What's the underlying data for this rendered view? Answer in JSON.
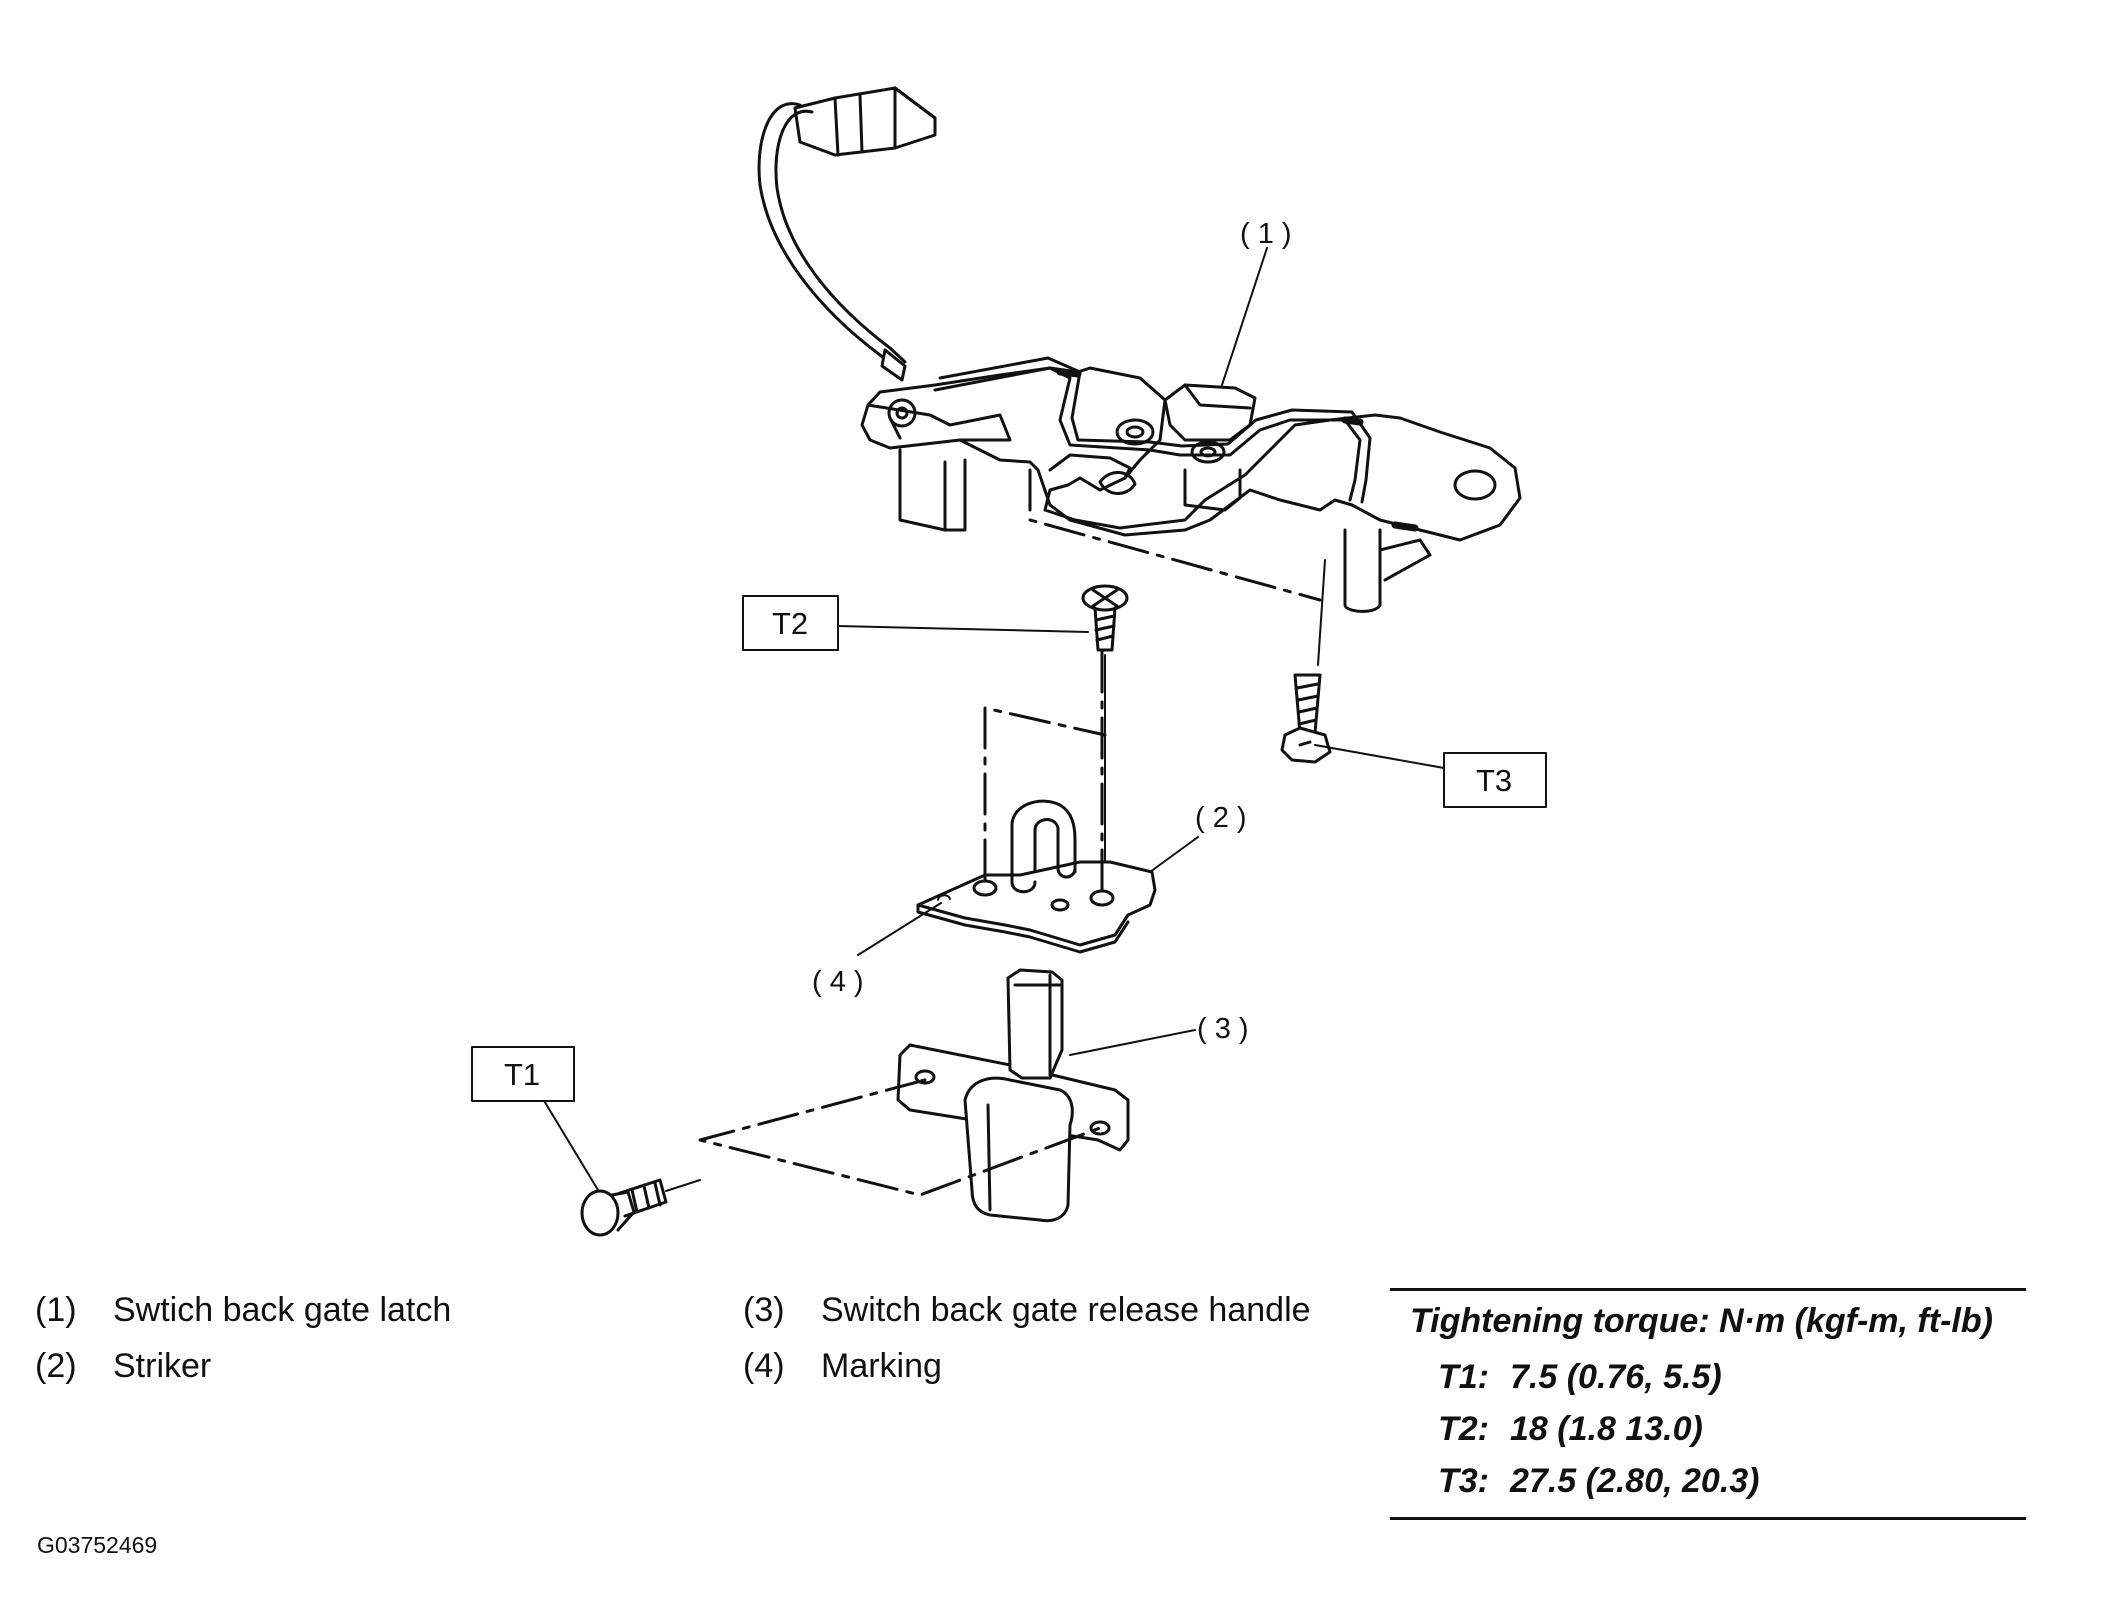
{
  "callouts": {
    "c1": "( 1 )",
    "c2": "( 2 )",
    "c3": "( 3 )",
    "c4": "( 4 )",
    "t1": "T1",
    "t2": "T2",
    "t3": "T3"
  },
  "legend": [
    {
      "num": "(1)",
      "text": "Swtich back gate latch"
    },
    {
      "num": "(2)",
      "text": "Striker"
    },
    {
      "num": "(3)",
      "text": "Switch back gate release handle"
    },
    {
      "num": "(4)",
      "text": "Marking"
    }
  ],
  "torque": {
    "heading": "Tightening torque: N·m (kgf-m, ft-lb)",
    "rows": [
      {
        "key": "T1:",
        "value": "7.5 (0.76, 5.5)"
      },
      {
        "key": "T2:",
        "value": "18 (1.8 13.0)"
      },
      {
        "key": "T3:",
        "value": "27.5 (2.80, 20.3)"
      }
    ]
  },
  "figure_id": "G03752469"
}
